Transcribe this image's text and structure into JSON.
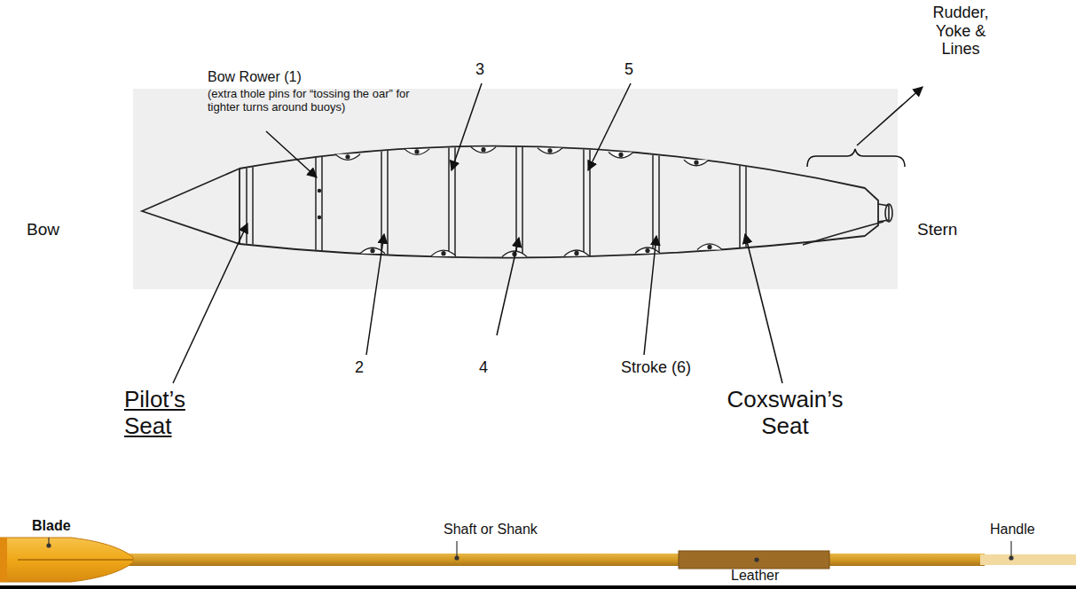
{
  "diagram": {
    "labels": [
      "Bow Rower (1)",
      "(extra thole pins for “tossing the oar” for tighter turns around buoys)",
      "3",
      "5",
      "Rudder, Yoke & Lines",
      "Bow",
      "Stern",
      "2",
      "4",
      "Stroke (6)",
      "Pilot’s Seat",
      "Coxswain’s Seat",
      "Blade",
      "Shaft or Shank",
      "Handle",
      "Leather"
    ]
  }
}
